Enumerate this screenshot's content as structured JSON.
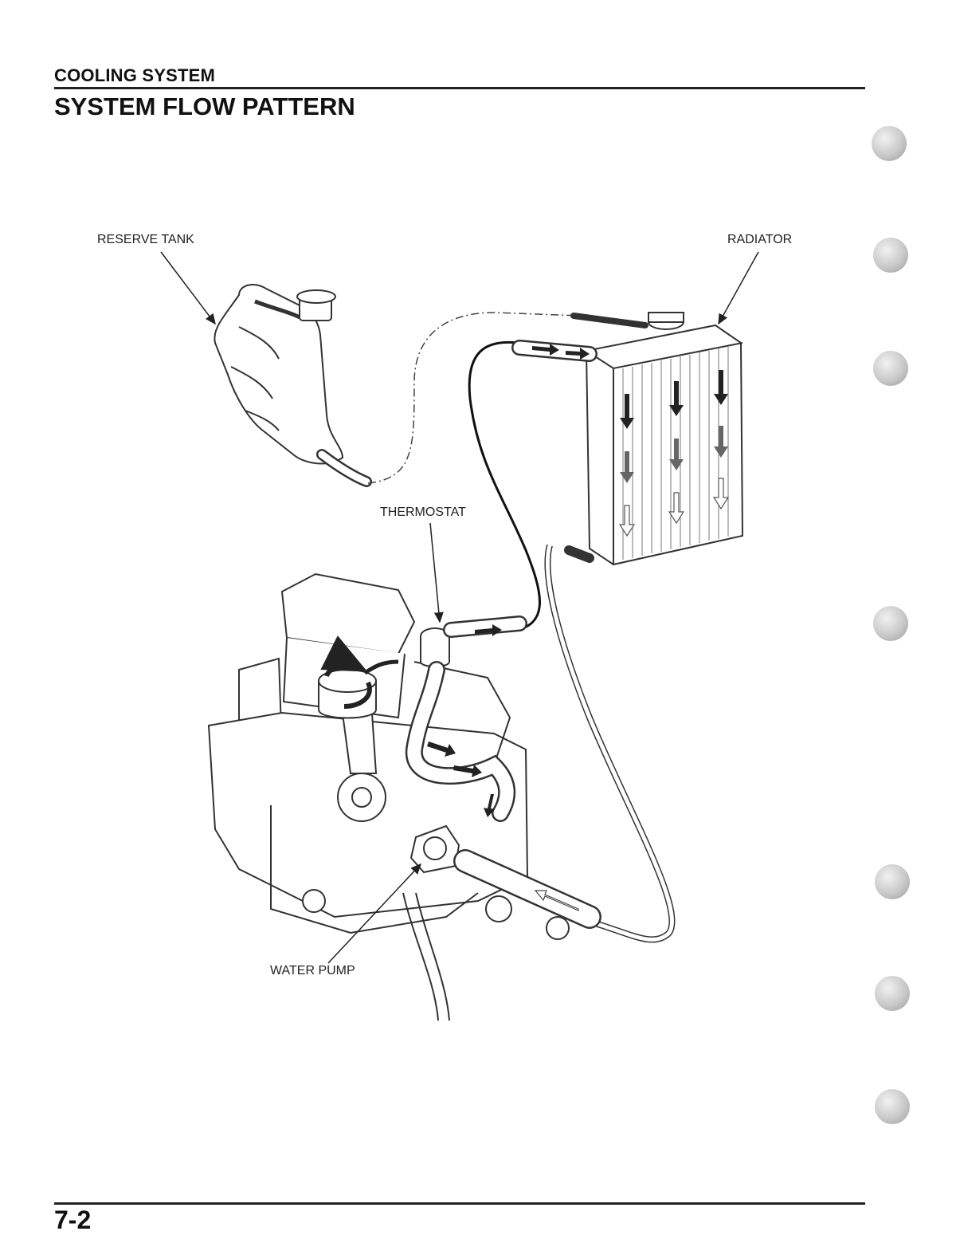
{
  "header": {
    "section": "COOLING SYSTEM",
    "title": "SYSTEM FLOW PATTERN"
  },
  "callouts": {
    "reserve_tank": "RESERVE TANK",
    "radiator": "RADIATOR",
    "thermostat": "THERMOSTAT",
    "water_pump": "WATER PUMP"
  },
  "footer": {
    "page_number": "7-2"
  }
}
